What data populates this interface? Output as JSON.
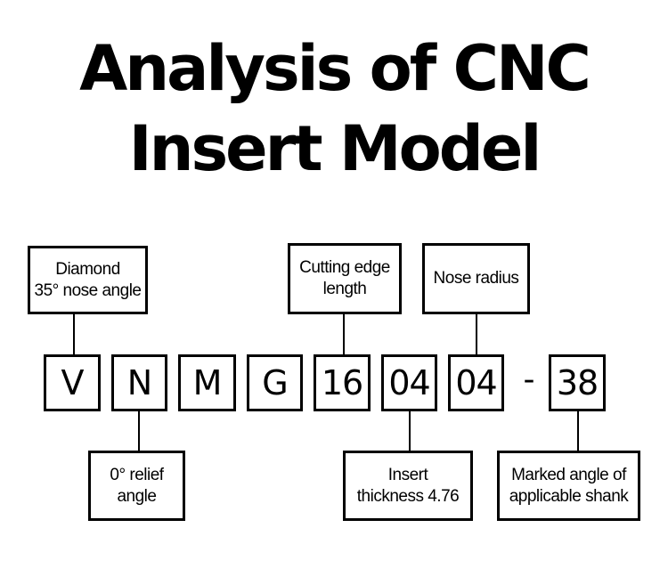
{
  "title": {
    "line1": "Analysis of CNC",
    "line2": "Insert Model"
  },
  "code": {
    "segments": [
      "V",
      "N",
      "M",
      "G",
      "16",
      "04",
      "04",
      "38"
    ],
    "separator": "-"
  },
  "labels": {
    "diamond": {
      "line1": "Diamond",
      "line2": "35° nose angle"
    },
    "cutting_edge": {
      "line1": "Cutting edge",
      "line2": "length"
    },
    "nose_radius": {
      "line1": "Nose radius"
    },
    "relief": {
      "line1": "0° relief",
      "line2": "angle"
    },
    "thickness": {
      "line1": "Insert",
      "line2": "thickness 4.76"
    },
    "shank": {
      "line1": "Marked angle of",
      "line2": "applicable shank"
    }
  }
}
